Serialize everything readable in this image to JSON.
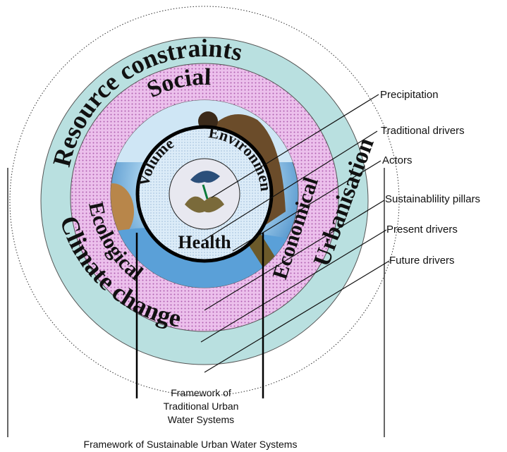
{
  "rings": {
    "outer": [
      "Resource constraints",
      "Urbanisation",
      "Climate change"
    ],
    "middle": [
      "Social",
      "Economical",
      "Ecological"
    ],
    "inner": [
      "Volume",
      "Environment",
      "Health"
    ]
  },
  "callouts": [
    "Precipitation",
    "Traditional drivers",
    "Actors",
    "Sustainablility pillars",
    "Present drivers",
    "Future drivers"
  ],
  "captions": {
    "traditional": [
      "Framework of",
      "Traditional Urban",
      "Water Systems"
    ],
    "sustainable": "Framework of Sustainable Urban Water Systems"
  },
  "colors": {
    "outer_ring": "#b9e0e0",
    "pillar_ring": "#e6b3e6",
    "water": "#7fb8e0",
    "inner_ring": "#d8ecf8"
  }
}
